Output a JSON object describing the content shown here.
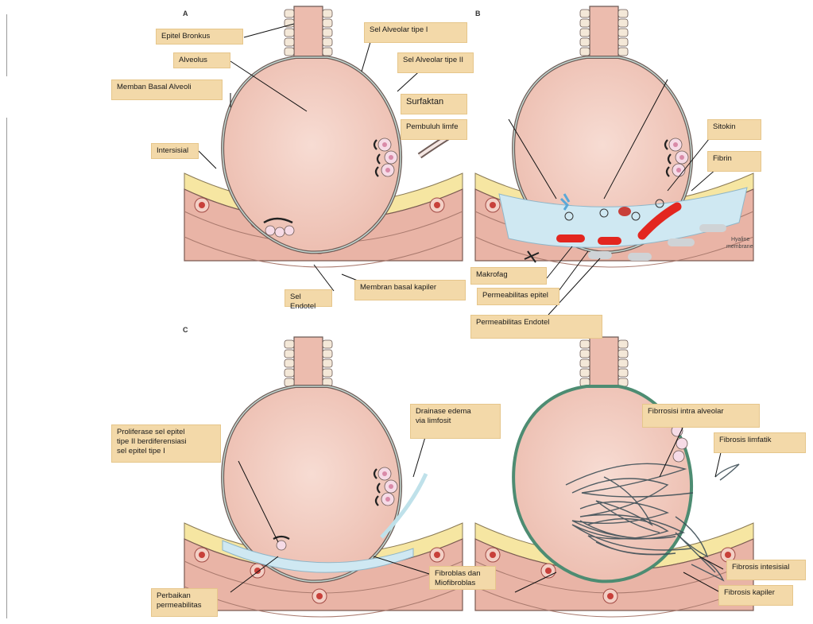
{
  "panels": {
    "a": "A",
    "b": "B",
    "c": "C"
  },
  "labels": {
    "epitel_bronkus": "Epitel Bronkus",
    "sel_alveolar_1": "Sel Alveolar tipe I",
    "alveolus": "Alveolus",
    "sel_alveolar_2": "Sel Alveolar tipe II",
    "membran_basal_alveoli": "Memban Basal Alveoli",
    "surfaktan": "Surfaktan",
    "pembuluh_limfe": "Pembuluh limfe",
    "intersisial": "Intersisial",
    "sel_endotel": "Sel Endotel",
    "membran_basal_kapiler": "Membran basal kapiler",
    "sitokin": "Sitokin",
    "fibrin": "Fibrin",
    "makrofag": "Makrofag",
    "permeabilitas_epitel": "Permeabilitas epitel",
    "permeabilitas_endotel": "Permeabilitas Endotel",
    "proliferasi": "Proliferase sel epitel\ntipe II berdiferensiasi\nsel epitel tipe I",
    "drainase": "Drainase edema\nvia limfosit",
    "perbaikan": "Perbaikan\npermeabilitas",
    "fibroblas": "Fibroblas dan\nMiofibroblas",
    "fibrosis_intra": "Fibrrosisi intra alveolar",
    "fibrosis_limfatik": "Fibrosis limfatik",
    "fibrosis_intersisial": "Fibrosis intesisial",
    "fibrosis_kapiler": "Fibrosis kapiler"
  },
  "figure_text": {
    "hyaline": "Hyaline",
    "membrane": "membrane"
  },
  "colors": {
    "alveolus_fill": "#f2c9bc",
    "tissue": "#e9b4a6",
    "interstitium": "#f6e6a2",
    "edema": "#cfe8f2",
    "hyaline": "#cfd3d6",
    "fibrosis": "#3e4f57",
    "label_bg": "#f3d9a9"
  }
}
